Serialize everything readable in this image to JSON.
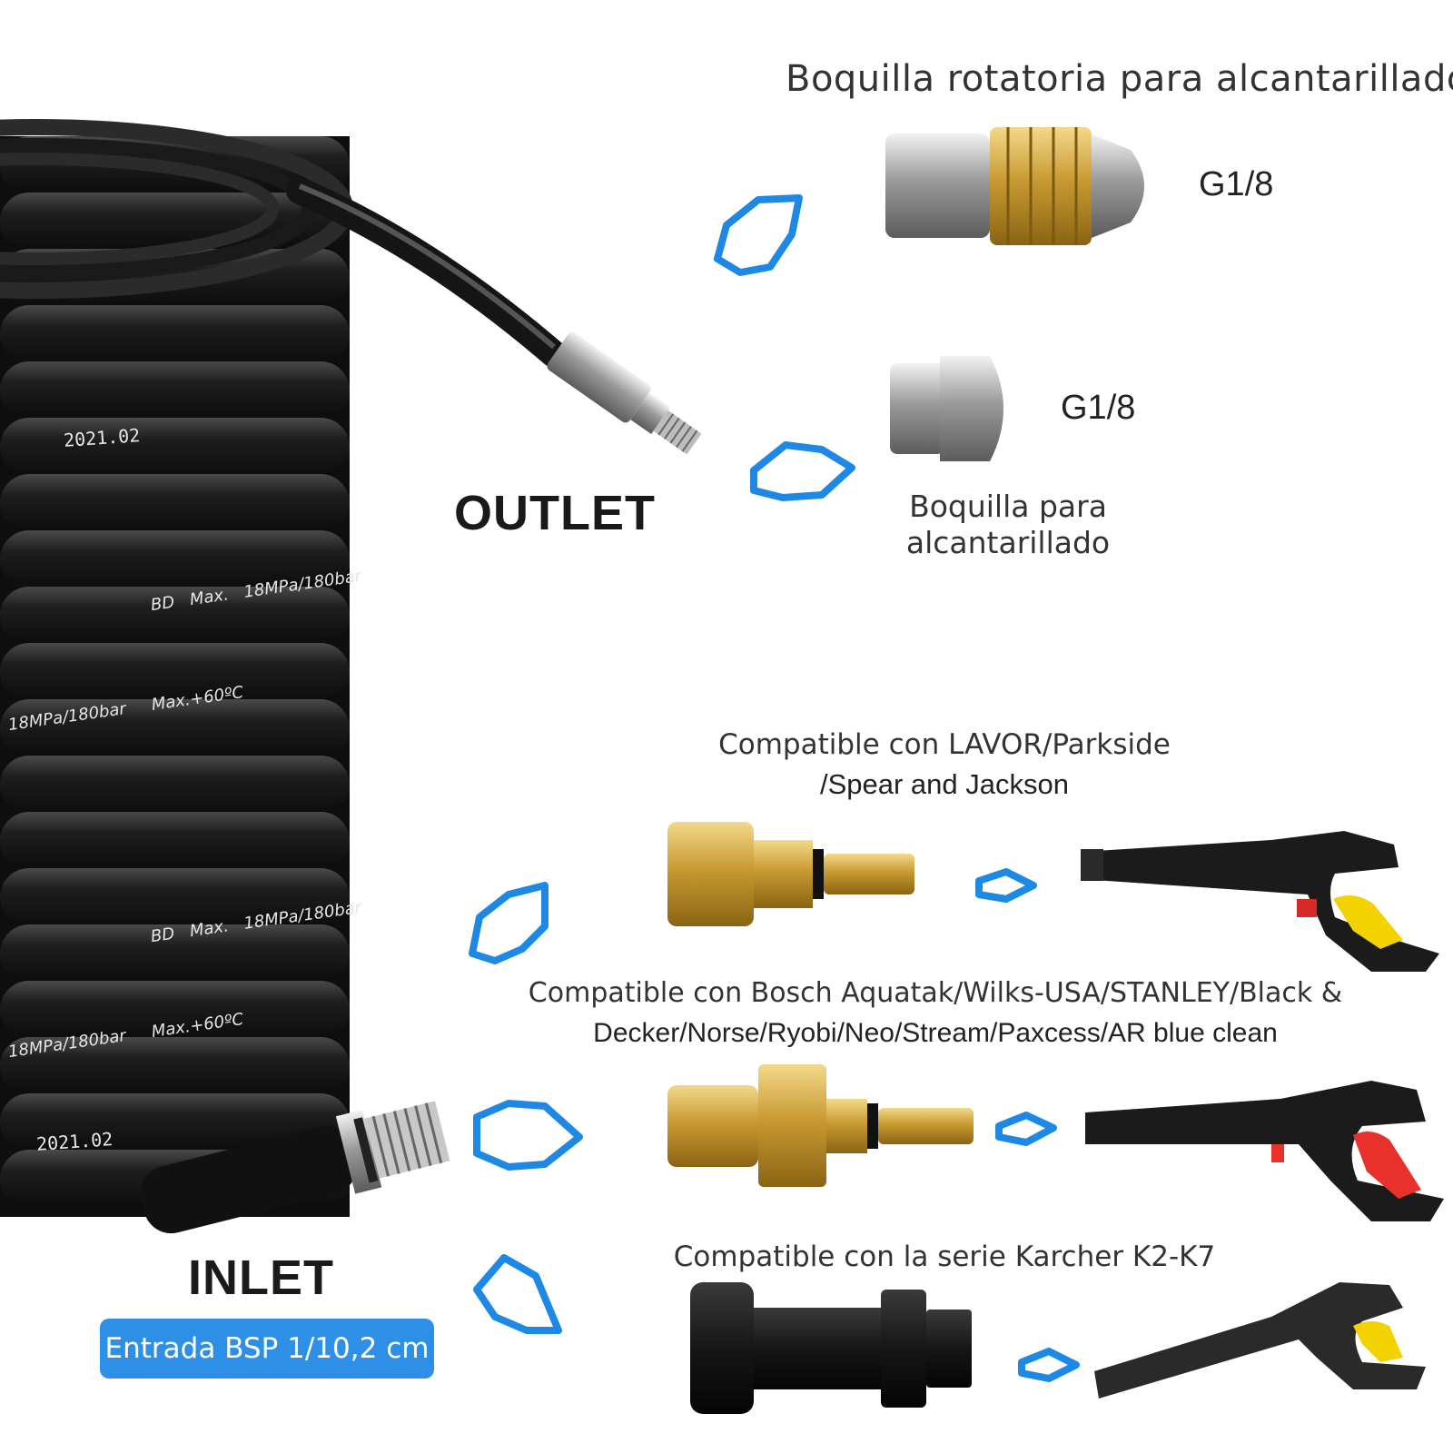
{
  "outlet": {
    "label": "OUTLET",
    "rotary_nozzle": {
      "title": "Boquilla rotatoria para alcantarillado",
      "thread": "G1/8"
    },
    "sewer_nozzle": {
      "thread": "G1/8",
      "caption_line1": "Boquilla para",
      "caption_line2": "alcantarillado"
    }
  },
  "inlet": {
    "label": "INLET",
    "badge": "Entrada BSP 1/10,2 cm"
  },
  "hose_print": {
    "pressure": "18MPa/180bar",
    "temperature": "Max.+60ºC",
    "date": "2021.02",
    "brand": "BD",
    "max": "Max."
  },
  "adapters": [
    {
      "caption_line1": "Compatible con LAVOR/Parkside",
      "caption_line2": "/Spear and Jackson",
      "gun_accent": "#f2d200"
    },
    {
      "caption_line1": "Compatible con Bosch Aquatak/Wilks-USA/STANLEY/Black &",
      "caption_line2": "Decker/Norse/Ryobi/Neo/Stream/Paxcess/AR blue clean",
      "gun_accent": "#e8312a"
    },
    {
      "caption_line1": "Compatible con la serie Karcher K2-K7",
      "gun_accent": "#f2d200"
    }
  ],
  "colors": {
    "arrow": "#1e88e5",
    "badge": "#2e8fe6",
    "brass": "#d4a73a",
    "hose": "#1c1c1c"
  },
  "icons": [
    "hose-coil",
    "rotary-nozzle",
    "sewer-nozzle",
    "brass-adapter",
    "karcher-adapter",
    "spray-gun",
    "outline-arrow"
  ]
}
